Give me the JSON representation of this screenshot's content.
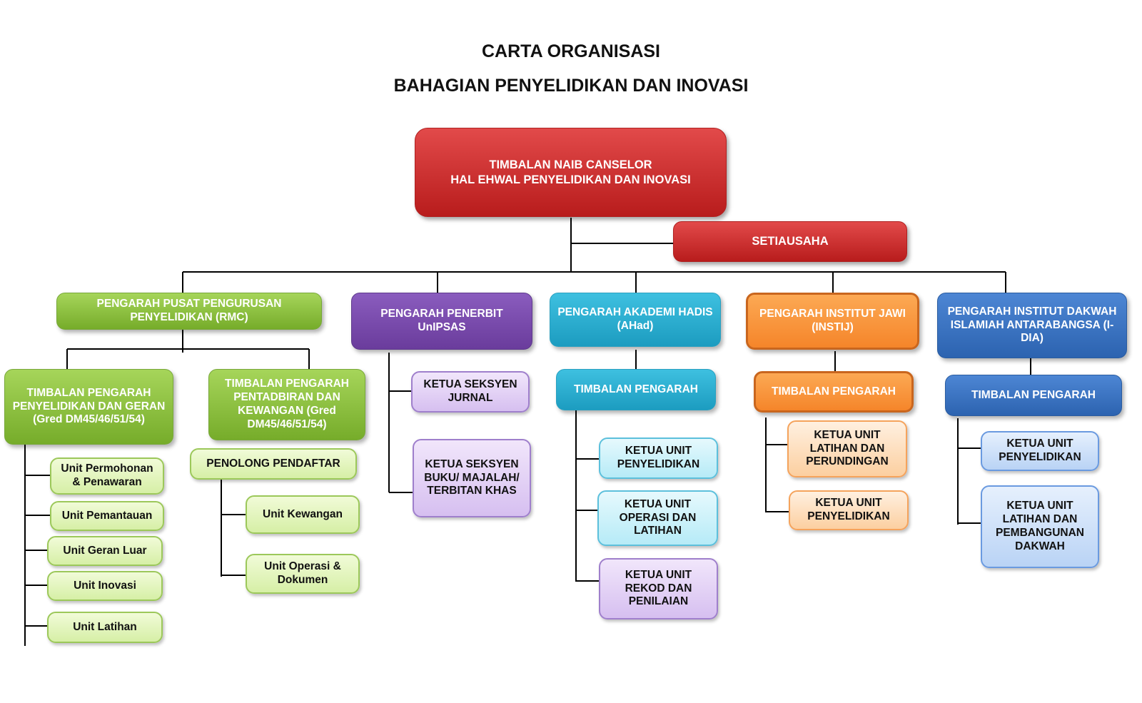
{
  "title": {
    "line1": "CARTA ORGANISASI",
    "line2": "BAHAGIAN  PENYELIDIKAN DAN INOVASI"
  },
  "colors": {
    "red": "#c62828",
    "green": "#8bc34a",
    "purple": "#7b4fae",
    "teal": "#29b2d4",
    "orange": "#f7953b",
    "blue": "#3b73c2",
    "line": "#000000"
  },
  "top": {
    "head": "TIMBALAN NAIB CANSELOR\nHAL EHWAL PENYELIDIKAN DAN INOVASI",
    "secretary": "SETIAUSAHA"
  },
  "rmc": {
    "director": "PENGARAH PUSAT PENGURUSAN PENYELIDIKAN (RMC)",
    "deputy_research": "TIMBALAN PENGARAH PENYELIDIKAN DAN GERAN\n(Gred DM45/46/51/54)",
    "deputy_admin": "TIMBALAN PENGARAH PENTADBIRAN DAN KEWANGAN (Gred DM45/46/51/54)",
    "research_units": [
      "Unit Permohonan & Penawaran",
      "Unit Pemantauan",
      "Unit Geran Luar",
      "Unit Inovasi",
      "Unit Latihan"
    ],
    "assistant_registrar": "PENOLONG PENDAFTAR",
    "admin_units": [
      "Unit Kewangan",
      "Unit Operasi & Dokumen"
    ]
  },
  "penerbit": {
    "director": "PENGARAH PENERBIT UnIPSAS",
    "units": [
      "KETUA SEKSYEN JURNAL",
      "KETUA SEKSYEN BUKU/ MAJALAH/ TERBITAN KHAS"
    ]
  },
  "ahad": {
    "director": "PENGARAH AKADEMI HADIS (AHad)",
    "deputy": "TIMBALAN PENGARAH",
    "units": [
      "KETUA UNIT PENYELIDIKAN",
      "KETUA UNIT OPERASI DAN LATIHAN",
      "KETUA UNIT REKOD DAN PENILAIAN"
    ]
  },
  "instij": {
    "director": "PENGARAH INSTITUT JAWI (INSTIJ)",
    "deputy": "TIMBALAN PENGARAH",
    "units": [
      "KETUA UNIT LATIHAN DAN PERUNDINGAN",
      "KETUA UNIT PENYELIDIKAN"
    ]
  },
  "idia": {
    "director": "PENGARAH INSTITUT DAKWAH ISLAMIAH ANTARABANGSA (I-DIA)",
    "deputy": "TIMBALAN PENGARAH",
    "units": [
      "KETUA UNIT PENYELIDIKAN",
      "KETUA UNIT LATIHAN DAN PEMBANGUNAN DAKWAH"
    ]
  }
}
